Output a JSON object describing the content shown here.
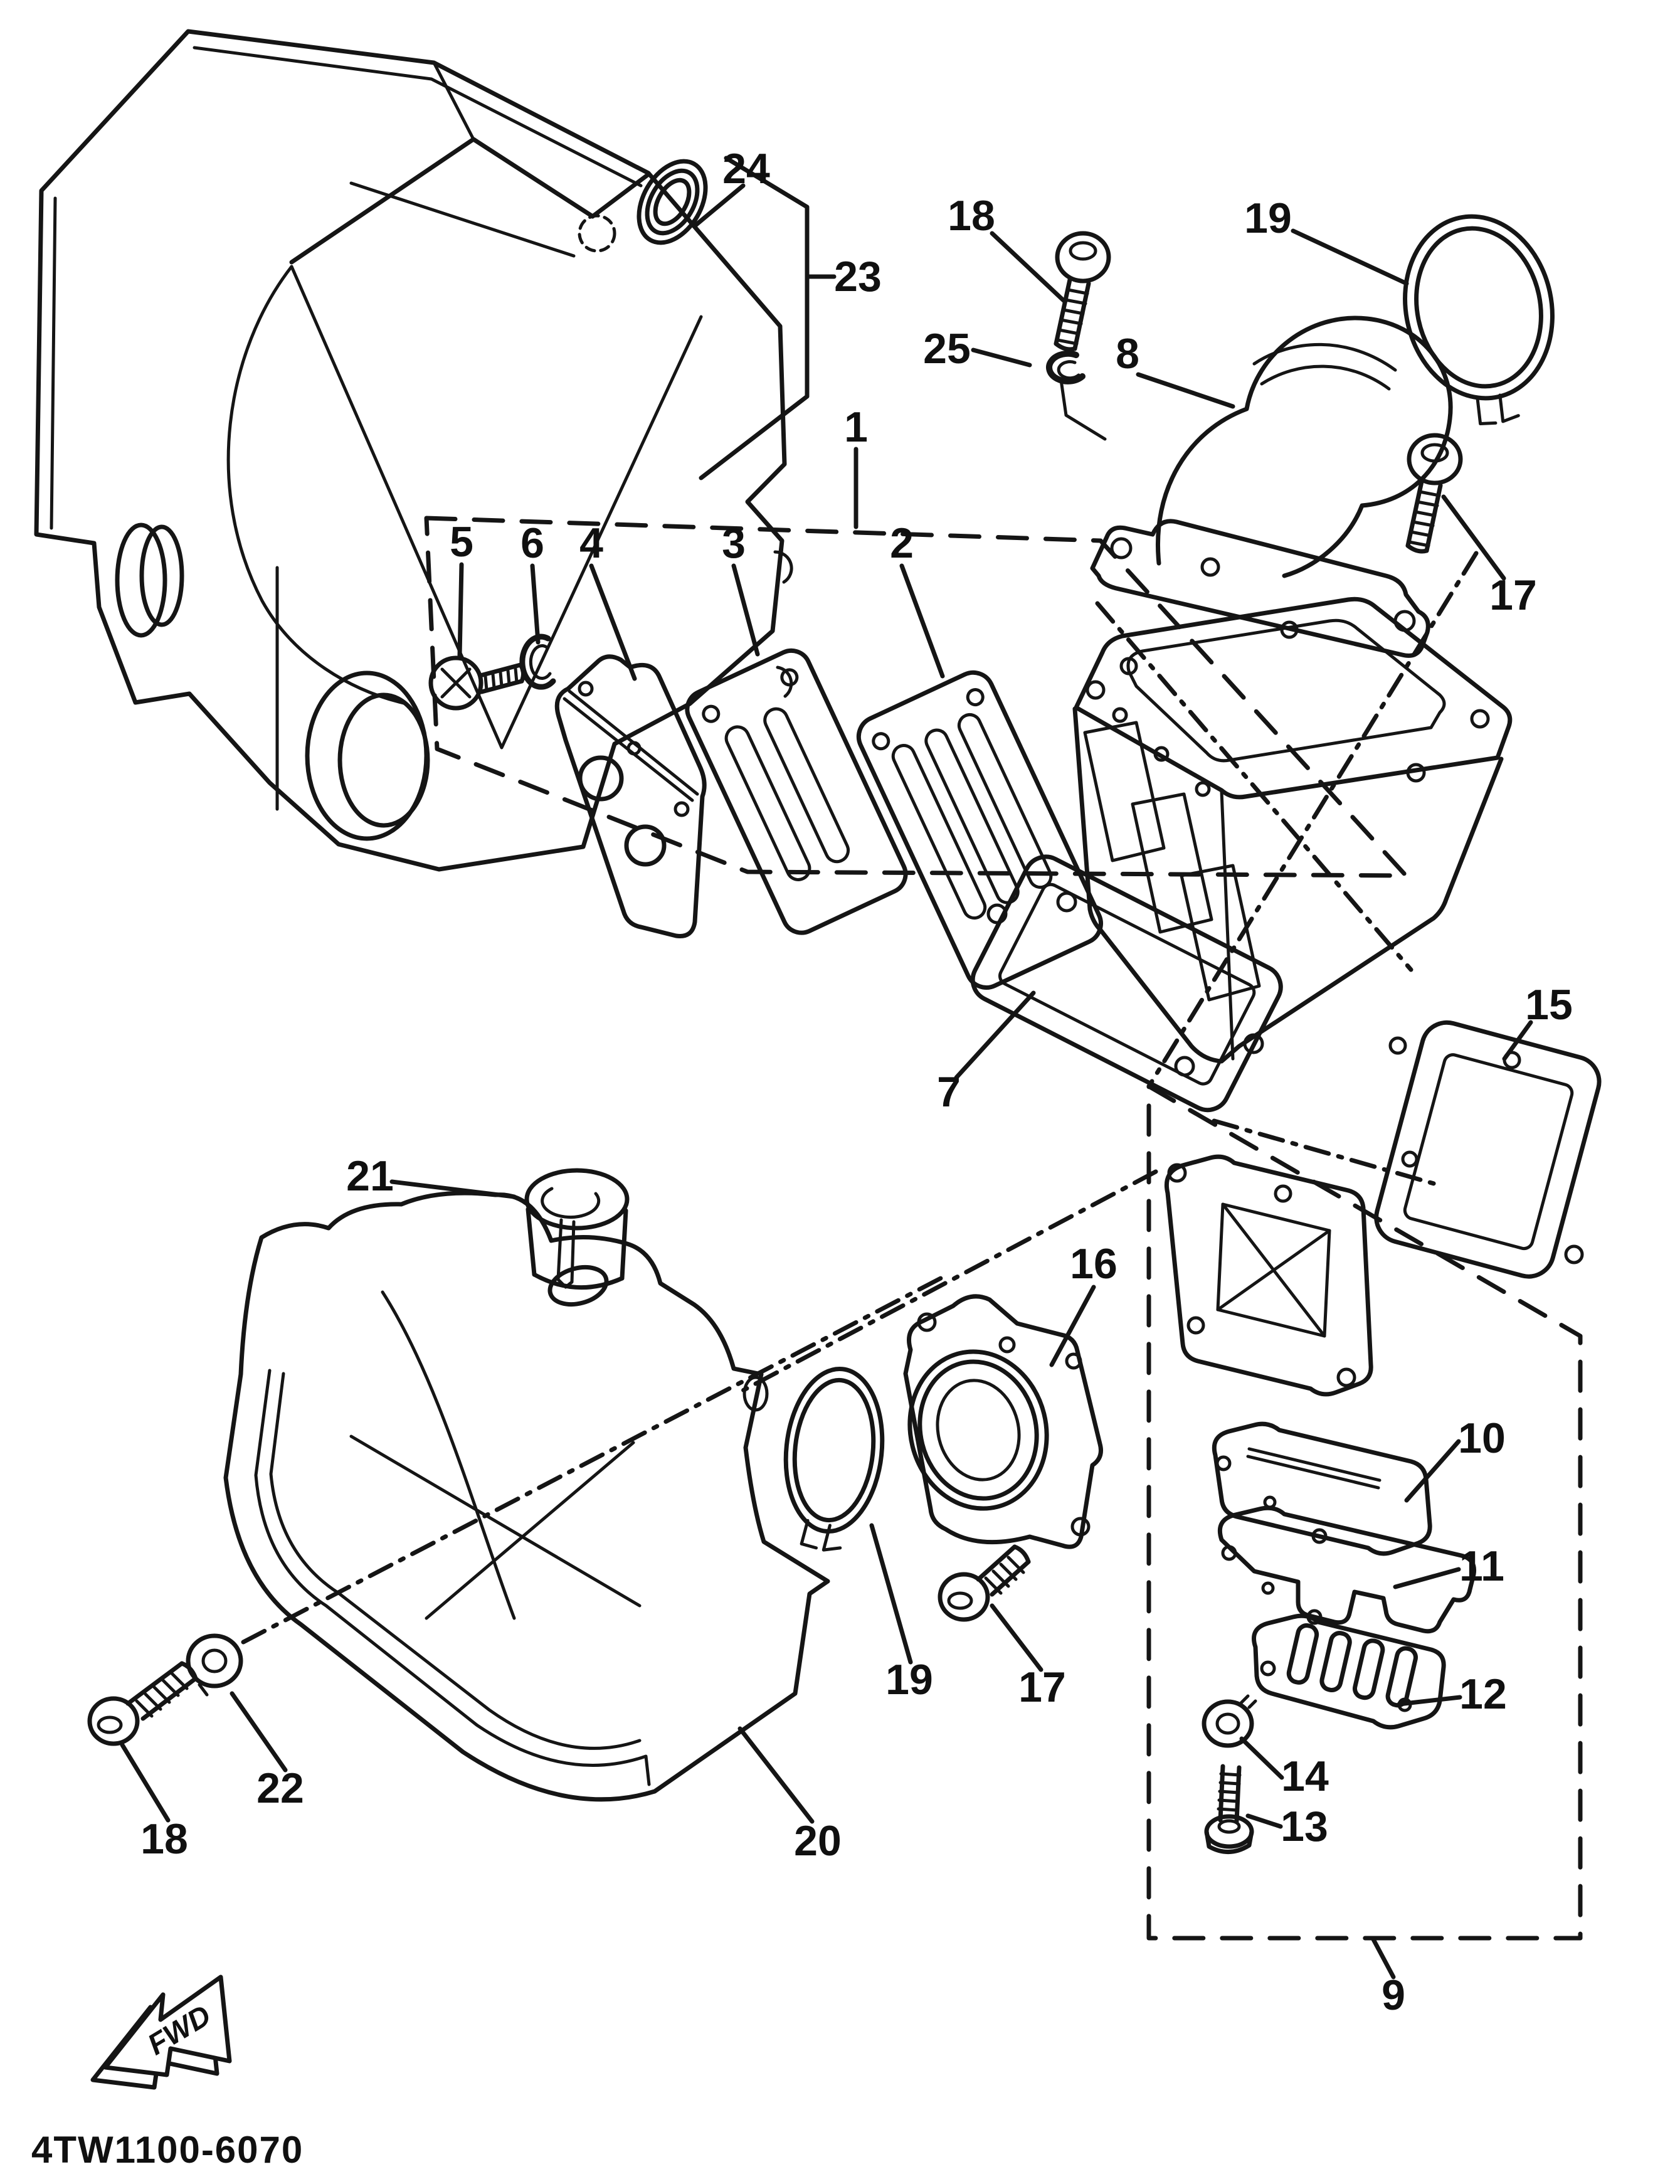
{
  "diagram": {
    "part_code": "4TW1100-6070",
    "fwd_label": "FWD",
    "colors": {
      "line": "#151515",
      "background": "#ffffff"
    },
    "callouts": [
      {
        "text": "1"
      },
      {
        "text": "2"
      },
      {
        "text": "3"
      },
      {
        "text": "4"
      },
      {
        "text": "5"
      },
      {
        "text": "6"
      },
      {
        "text": "7"
      },
      {
        "text": "8"
      },
      {
        "text": "9"
      },
      {
        "text": "10"
      },
      {
        "text": "11"
      },
      {
        "text": "12"
      },
      {
        "text": "13"
      },
      {
        "text": "14"
      },
      {
        "text": "15"
      },
      {
        "text": "16"
      },
      {
        "text": "17"
      },
      {
        "text": "17"
      },
      {
        "text": "18"
      },
      {
        "text": "18"
      },
      {
        "text": "19"
      },
      {
        "text": "19"
      },
      {
        "text": "20"
      },
      {
        "text": "21"
      },
      {
        "text": "22"
      },
      {
        "text": "23"
      },
      {
        "text": "24"
      },
      {
        "text": "25"
      }
    ]
  }
}
